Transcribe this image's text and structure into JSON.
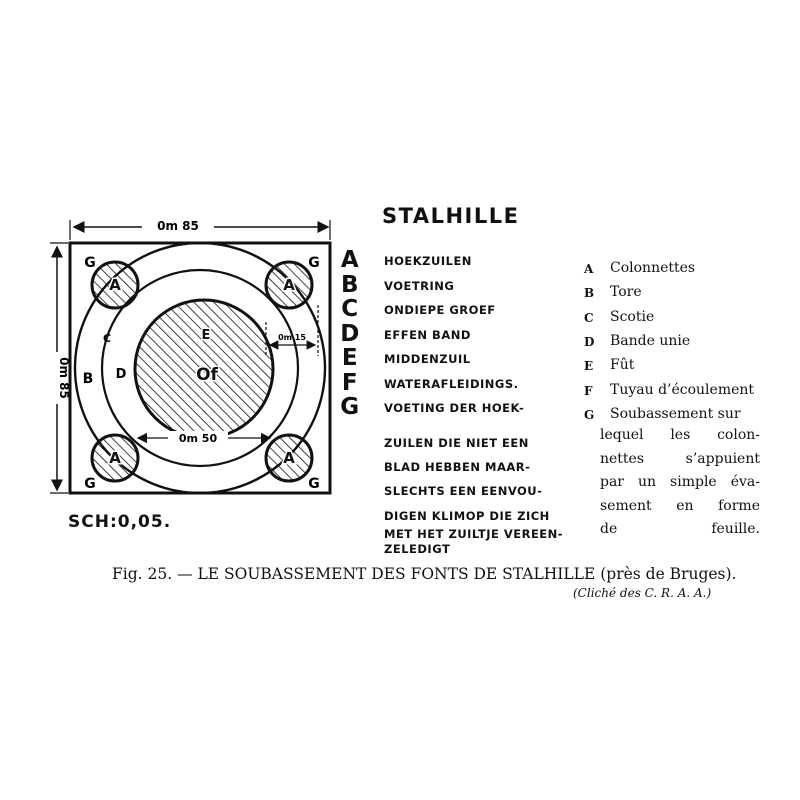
{
  "plan": {
    "title": "STALHILLE",
    "dim_top": "0m 85",
    "dim_side": "0m 85",
    "dim_inner": "0m 50",
    "dim_small": "0m 15",
    "scale": "SCH:0,05.",
    "drawing_letters": {
      "corner": "G",
      "colonnette": "A",
      "torus": "B",
      "scotia": "C",
      "band": "D",
      "shaft": "E",
      "drain": "Of"
    }
  },
  "dutch_legend": [
    {
      "letter": "A",
      "text": "HOEKZUILEN"
    },
    {
      "letter": "B",
      "text": "VOETRING"
    },
    {
      "letter": "C",
      "text": "ONDIEPE GROEF"
    },
    {
      "letter": "D",
      "text": "EFFEN BAND"
    },
    {
      "letter": "E",
      "text": "MIDDENZUIL"
    },
    {
      "letter": "F",
      "text": "WATERAFLEIDINGS."
    },
    {
      "letter": "G",
      "text": "VOETING DER HOEK-"
    }
  ],
  "dutch_continuation": [
    "ZUILEN DIE NIET EEN",
    "BLAD HEBBEN MAAR-",
    "SLECHTS EEN EENVOU-",
    "DIGEN KLIMOP DIE ZICH",
    "MET HET ZUILTJE VEREEN-",
    "ZELEDIGT"
  ],
  "french_legend": [
    {
      "letter": "A",
      "text": "Colonnettes"
    },
    {
      "letter": "B",
      "text": "Tore"
    },
    {
      "letter": "C",
      "text": "Scotie"
    },
    {
      "letter": "D",
      "text": "Bande unie"
    },
    {
      "letter": "E",
      "text": "Fût"
    },
    {
      "letter": "F",
      "text": "Tuyau d’écoulement"
    },
    {
      "letter": "G",
      "text": "Soubassement sur"
    }
  ],
  "french_continuation": [
    "lequel les colon-",
    "nettes s’appuient",
    "par un simple éva-",
    "sement en forme",
    "de feuille."
  ],
  "caption": "Fig. 25. — LE SOUBASSEMENT DES FONTS DE STALHILLE (près de Bruges).",
  "credit": "(Cliché des C. R. A. A.)"
}
